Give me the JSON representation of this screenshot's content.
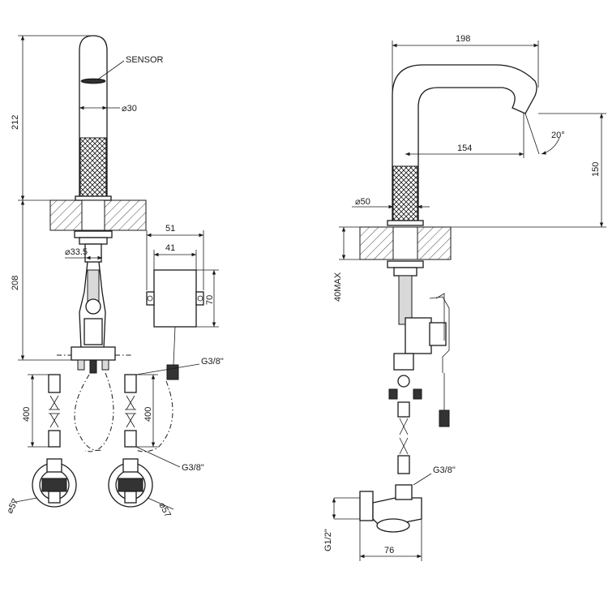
{
  "labels": {
    "sensor": "SENSOR",
    "d30": "30",
    "h212": "212",
    "h208": "208",
    "d33_5": "33.5",
    "w51": "51",
    "w41": "41",
    "h70": "70",
    "g38_left": "G3/8\"",
    "g38_mid": "G3/8\"",
    "h400_a": "400",
    "h400_b": "400",
    "d57_a": "57",
    "d57_b": "57",
    "w198": "198",
    "w154": "154",
    "a20": "20°",
    "h150": "150",
    "d50": "50",
    "max40": "40MAX",
    "g38_right": "G3/8\"",
    "g12": "G1/2\"",
    "w76": "76"
  }
}
